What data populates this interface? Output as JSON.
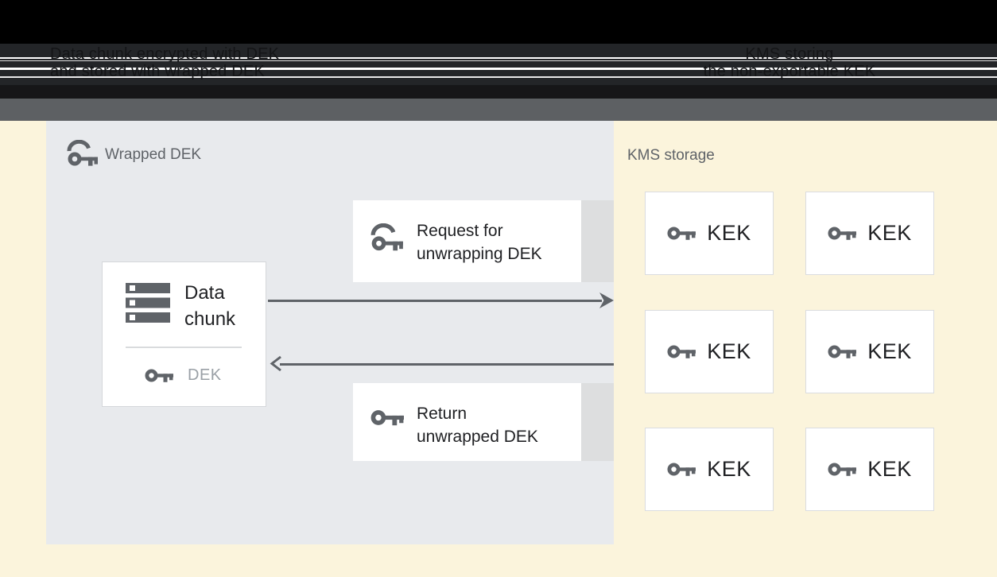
{
  "header": {
    "left_caption": {
      "line1": "Data chunk encrypted with DEK",
      "line2": "and stored with wrapped DEK"
    },
    "right_caption": {
      "line1": "KMS storing",
      "line2": "the non-exportable KEK"
    }
  },
  "wrapped_dek_panel": {
    "title": "Wrapped DEK",
    "request_box": {
      "line1": "Request for",
      "line2": "unwrapping DEK"
    },
    "return_box": {
      "line1": "Return",
      "line2": "unwrapped DEK"
    },
    "data_chunk_box": {
      "line1": "Data",
      "line2": "chunk",
      "key_label": "DEK"
    }
  },
  "kms_storage": {
    "title": "KMS storage",
    "kek_labels": [
      "KEK",
      "KEK",
      "KEK",
      "KEK",
      "KEK",
      "KEK"
    ]
  },
  "icons": {
    "wrapped_key": "wrapped-key-icon",
    "solid_key": "key-icon",
    "data_chunk": "storage-stack-icon",
    "arrow_right": "arrow-right-icon",
    "arrow_left": "arrow-left-icon"
  },
  "colors": {
    "page_background": "#FBF4DC",
    "panel_background": "#E8EAED",
    "header_black": "#000000",
    "header_dark_band": "#232528",
    "toolbar_gray": "#5D6063",
    "box_white": "#FFFFFF",
    "box_border": "#DADCE0",
    "box_side_strip": "#DDDEDF",
    "icon_gray": "#5F6368",
    "arrow_gray": "#5F6368",
    "text_dark": "#202124",
    "label_gray": "#5F6368",
    "dek_label_gray": "#9AA0A6"
  }
}
